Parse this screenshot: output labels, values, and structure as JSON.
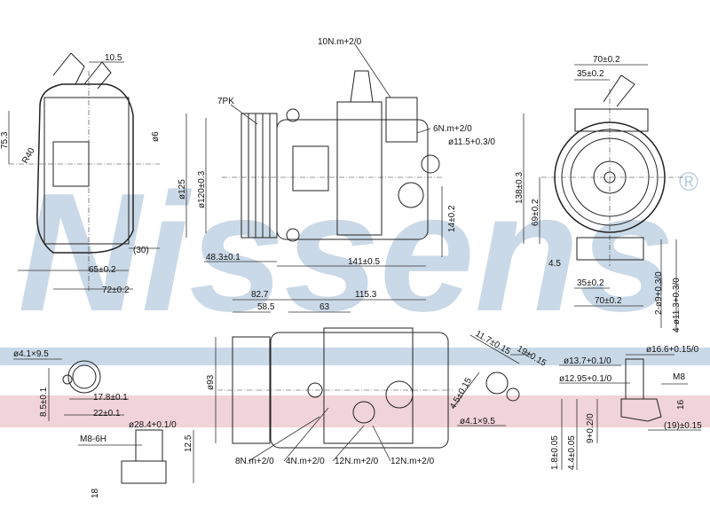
{
  "watermark": {
    "brand": "Nissens",
    "registered": "®",
    "color": "#b9cde0"
  },
  "bands": {
    "blue": "#c9d9e8",
    "pink": "#f1d3da"
  },
  "labels": {
    "l_10_5": "10.5",
    "l_75_3": "75.3",
    "l_phi6": "ø6",
    "l_r40": "R40",
    "l_30": "(30)",
    "l_65": "65±0.2",
    "l_72": "72±0.2",
    "l_7pk": "7PK",
    "l_125": "ø125",
    "l_120": "ø120±0.3",
    "l_48_3": "48.3±0.1",
    "l_141": "141±0.5",
    "l_14": "14±0.2",
    "l_10nm": "10N.m+2/0",
    "l_6nm": "6N.m+2/0",
    "l_11_5": "ø11.5+0.3/0",
    "l_70_top": "70±0.2",
    "l_35_top": "35±0.2",
    "l_138": "138±0.3",
    "l_69": "69±0.2",
    "l_4_5": "4.5",
    "l_35_bot": "35±0.2",
    "l_70_bot": "70±0.2",
    "l_2phi9": "2-ø9+0.3/0",
    "l_4phi11": "4-ø11.3+0.3/0",
    "l_82_7": "82.7",
    "l_58_5": "58.5",
    "l_115_3": "115.3",
    "l_63": "63",
    "l_93": "ø93",
    "l_phi4_left": "ø4.1×9.5",
    "l_8_5": "8.5±0.1",
    "l_17_8": "17.8±0.1",
    "l_22": "22±0.1",
    "l_28_4": "ø28.4+0.1/0",
    "l_m8_6h": "M8-6H",
    "l_12_5": "12.5",
    "l_18": "18",
    "l_8nm": "8N.m+2/0",
    "l_4nm": "4N.m+2/0",
    "l_12nm_a": "12N.m+2/0",
    "l_12nm_b": "12N.m+2/0",
    "l_11_7": "11.7±0.15",
    "l_19": "19±0.15",
    "l_4_5b": "4.5±0.15",
    "l_phi4_right": "ø4.1×9.5",
    "l_13_7": "ø13.7+0.1/0",
    "l_16_6": "ø16.6+0.15/0",
    "l_12_95": "ø12.95+0.1/0",
    "l_m8": "M8",
    "l_1_8": "1.8±0.05",
    "l_4_4": "4.4±0.05",
    "l_9": "9+0.2/0",
    "l_16": "16",
    "l_19b": "(19)±0.15"
  }
}
